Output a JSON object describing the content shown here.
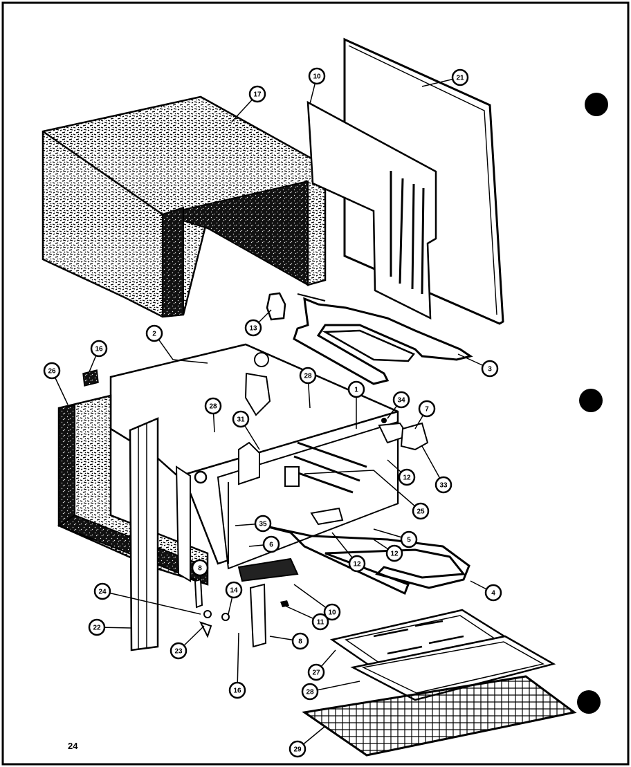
{
  "page_number": "24",
  "callouts": [
    "17",
    "10",
    "21",
    "13",
    "2",
    "3",
    "16",
    "26",
    "28",
    "1",
    "34",
    "7",
    "28",
    "31",
    "12",
    "33",
    "25",
    "35",
    "6",
    "5",
    "12",
    "12",
    "8",
    "14",
    "4",
    "24",
    "10",
    "11",
    "22",
    "23",
    "8",
    "27",
    "16",
    "28",
    "29"
  ],
  "colors": {
    "ink": "#000000",
    "paper": "#ffffff"
  }
}
